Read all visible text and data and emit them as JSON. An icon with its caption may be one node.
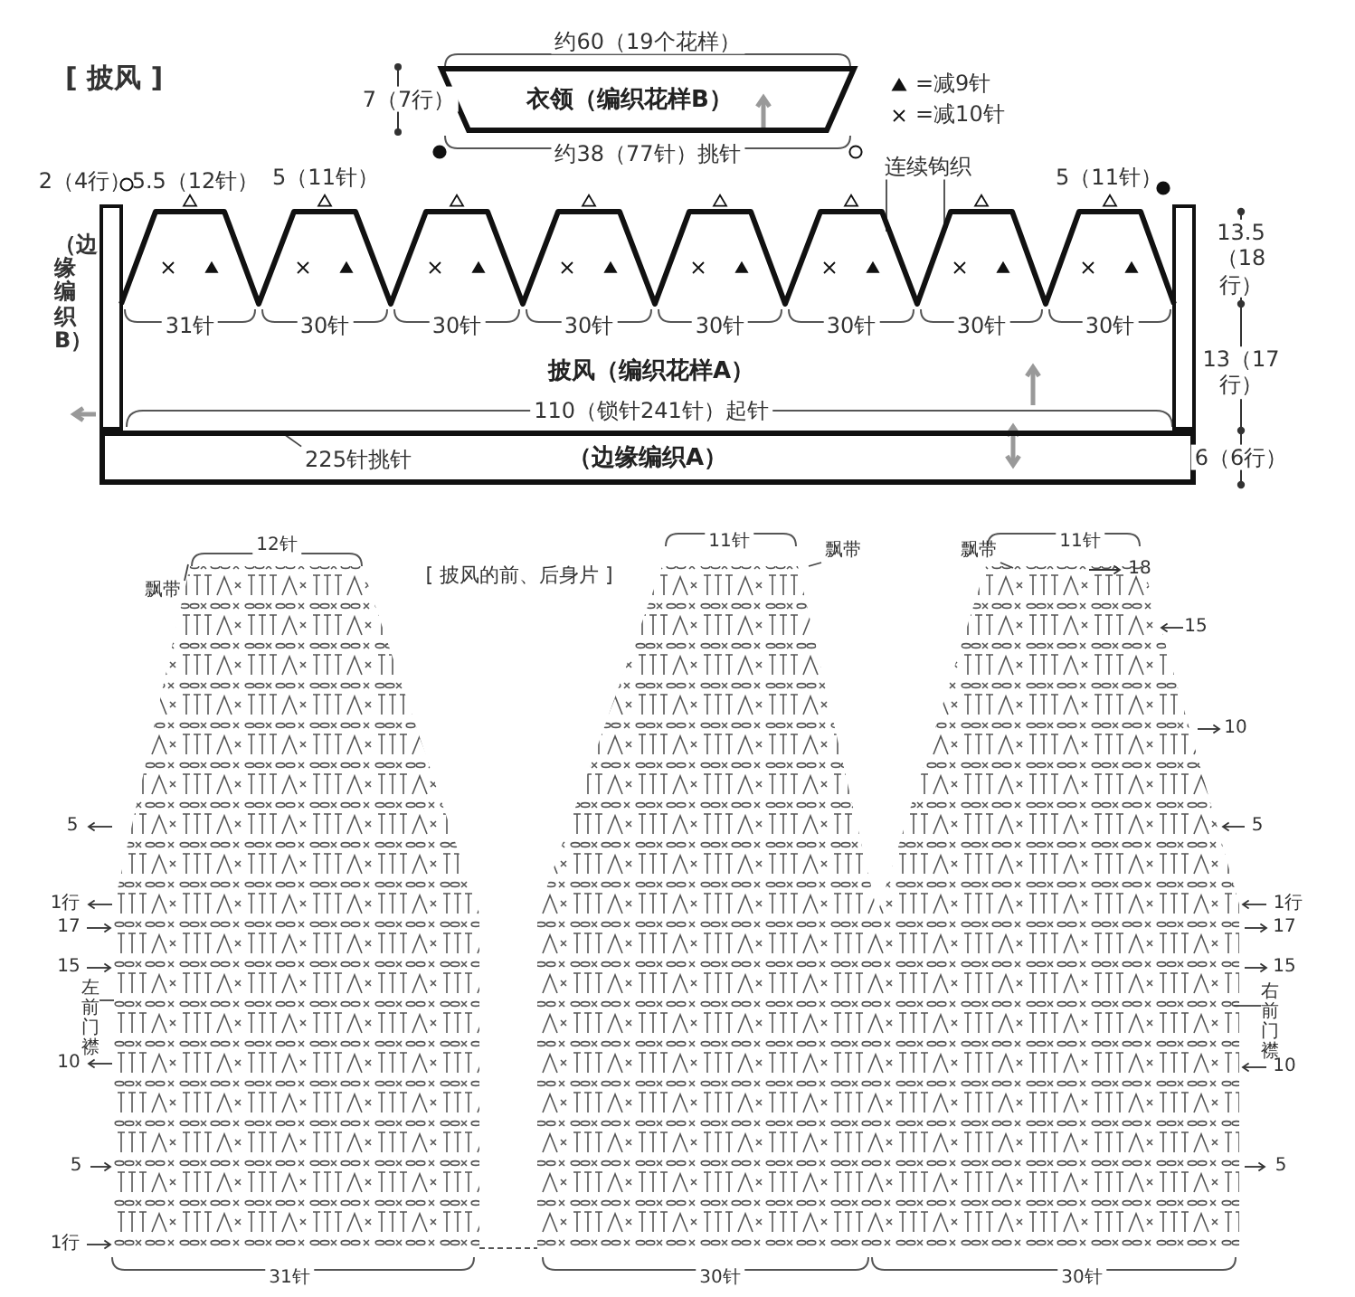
{
  "diagram": {
    "title": "[ 披风 ]",
    "nodes": [
      {
        "text": [
          "衣领（编织花样B）"
        ],
        "beside": [
          "约60（19个花样）",
          "约38（77针）挑针"
        ]
      },
      {
        "text": [
          "披风（编织花样A）"
        ],
        "beside": [
          "110（锁针241针）起针"
        ]
      },
      {
        "text": [
          "（边缘编织A）"
        ]
      },
      {
        "text": [
          "（边缘编织B）"
        ]
      },
      {
        "text": [],
        "shape": "bar"
      },
      {
        "text": [
          "连续钩织"
        ]
      },
      {
        "text": [
          "225针挑针"
        ],
        "in": 2
      },
      {
        "text": [
          "飘带"
        ]
      },
      {
        "text": [
          "飘带"
        ]
      },
      {
        "text": [
          "飘带"
        ]
      },
      {
        "text": [
          "左前门襟"
        ]
      },
      {
        "text": [
          "右前门襟"
        ]
      }
    ],
    "edges": [
      {
        "from": 5,
        "to": 1,
        "arrow": "none"
      },
      {
        "from": 5,
        "to": 1,
        "arrow": "none"
      },
      {
        "from": 6,
        "to": null,
        "arrow": "none"
      },
      {
        "from": 7,
        "to": null,
        "arrow": "none"
      },
      {
        "from": 8,
        "to": null,
        "arrow": "none"
      },
      {
        "from": 9,
        "to": null,
        "arrow": "none"
      },
      {
        "from": 10,
        "to": null,
        "arrow": "none"
      },
      {
        "from": 11,
        "to": null,
        "arrow": "none"
      }
    ],
    "labels": [
      "7（7行）",
      "2（4行）",
      "5.5（12针）",
      "5（11针）",
      "5（11针）",
      "13.5（18行）",
      "31针",
      "30针",
      "30针",
      "30针",
      "30针",
      "30针",
      "30针",
      "30针",
      "13（17行）",
      "6（6行）",
      "12针",
      "[ 披风的前、后身片 ]",
      "11针",
      "11针",
      "18",
      "15",
      "10",
      "5",
      "5",
      "1行",
      "1行",
      "17",
      "17",
      "15",
      "15",
      "10",
      "10",
      "5",
      "5",
      "1行",
      "31针",
      "30针",
      "30针"
    ],
    "legend": [
      {
        "text": "=减9针"
      },
      {
        "text": "=减10针"
      }
    ]
  }
}
